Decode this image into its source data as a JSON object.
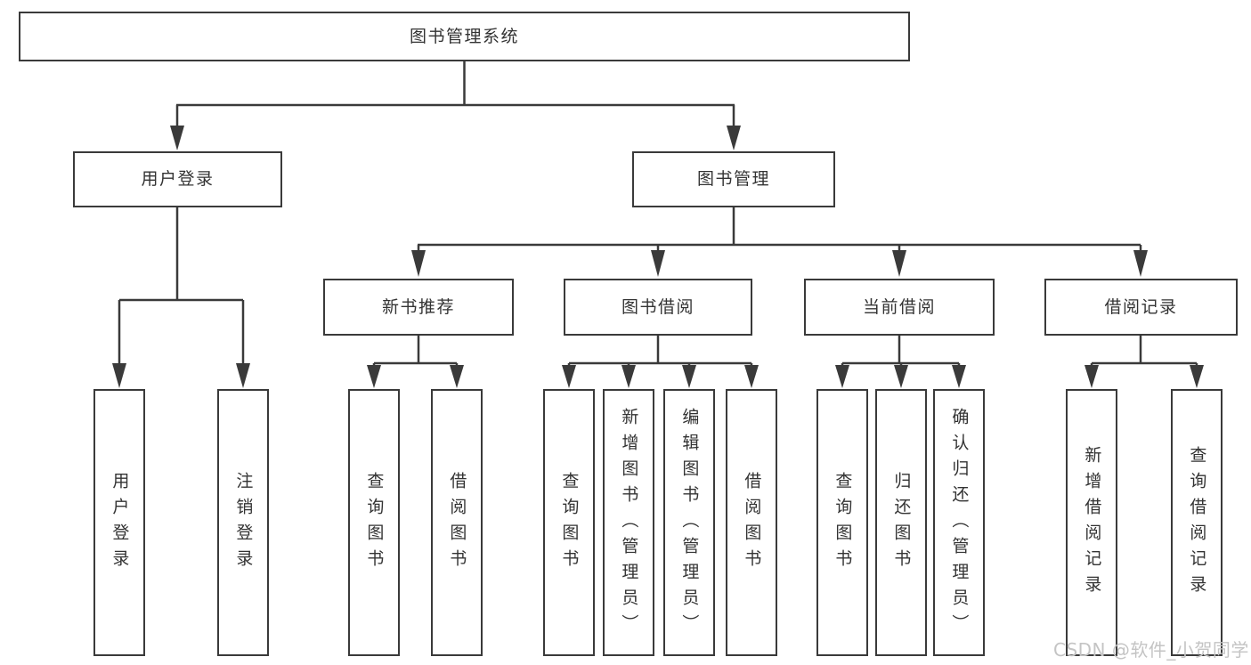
{
  "diagram": {
    "root": "图书管理系统",
    "level2": {
      "user_login": "用户登录",
      "book_mgmt": "图书管理"
    },
    "level3": {
      "new_books": "新书推荐",
      "book_borrow": "图书借阅",
      "current_borrow": "当前借阅",
      "borrow_records": "借阅记录"
    },
    "leaves": {
      "user_login": [
        "用户登录",
        "注销登录"
      ],
      "new_books": [
        "查询图书",
        "借阅图书"
      ],
      "book_borrow": [
        "查询图书",
        "新增图书（管理员）",
        "编辑图书（管理员）",
        "借阅图书"
      ],
      "current_borrow": [
        "查询图书",
        "归还图书",
        "确认归还（管理员）"
      ],
      "borrow_records": [
        "新增借阅记录",
        "查询借阅记录"
      ]
    }
  },
  "watermark": "CSDN @软件_小贺同学",
  "colors": {
    "line": "#3a3a3a",
    "text": "#333333",
    "watermark": "#c4c4c4"
  }
}
